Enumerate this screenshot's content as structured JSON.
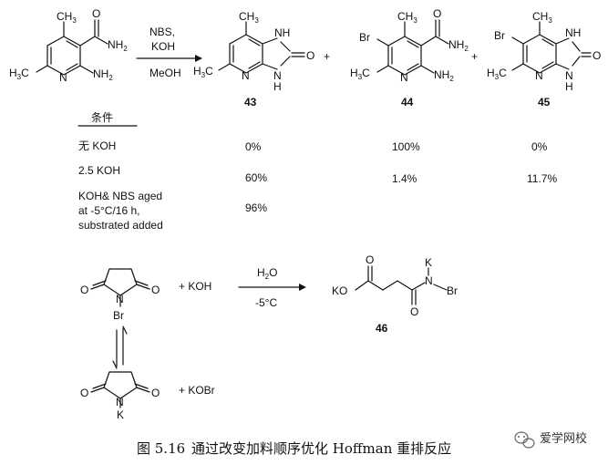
{
  "reaction1": {
    "reagents_top": "NBS,",
    "reagents_mid": "KOH",
    "solvent": "MeOH"
  },
  "compounds": {
    "c43": "43",
    "c44": "44",
    "c45": "45",
    "c46": "46"
  },
  "atoms": {
    "CH3": "CH",
    "sub3": "3",
    "H3C": "H",
    "H3C_tail": "C",
    "NH2": "NH",
    "sub2": "2",
    "N": "N",
    "H": "H",
    "O": "O",
    "Br": "Br",
    "K": "K",
    "KO": "KO",
    "plus": "+"
  },
  "table": {
    "header": "条件",
    "rows": [
      {
        "condition": [
          "无 KOH"
        ],
        "v43": "0%",
        "v44": "100%",
        "v45": "0%"
      },
      {
        "condition": [
          "2.5 KOH"
        ],
        "v43": "60%",
        "v44": "1.4%",
        "v45": "11.7%"
      },
      {
        "condition": [
          "KOH& NBS aged",
          "at -5°C/16 h,",
          "substrated added"
        ],
        "v43": "96%",
        "v44": "",
        "v45": ""
      }
    ]
  },
  "reaction2": {
    "reactant_plus": "+ KOH",
    "reagent_top": "H",
    "reagent_sub": "2",
    "reagent_tail": "O",
    "temperature": "-5°C",
    "lower_plus": "+ KOBr"
  },
  "caption": {
    "figure_no": "图 5.16",
    "text": "通过改变加料顺序优化 Hoffman 重排反应"
  },
  "watermark": "爱学网校",
  "icons": {
    "watermark_logo": "wechat-icon"
  }
}
